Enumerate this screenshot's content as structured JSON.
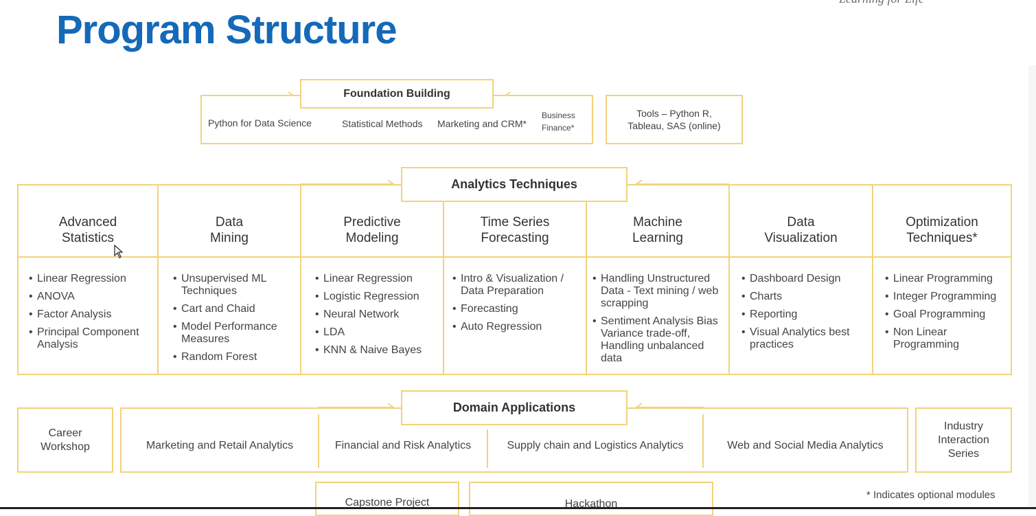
{
  "header": {
    "tagline": "Learning for Life",
    "title": "Program Structure"
  },
  "foundation": {
    "title": "Foundation Building",
    "items": [
      "Python for Data Science",
      "Statistical Methods",
      "Marketing and CRM*",
      "Business\nFinance*"
    ],
    "tools": "Tools – Python R,\nTableau, SAS (online)"
  },
  "analytics": {
    "title": "Analytics Techniques",
    "columns": [
      {
        "heading": "Advanced\nStatistics",
        "items": [
          "Linear Regression",
          "ANOVA",
          "Factor Analysis",
          "Principal Component Analysis"
        ]
      },
      {
        "heading": "Data\nMining",
        "items": [
          "Unsupervised ML Techniques",
          "Cart and Chaid",
          "Model Performance Measures",
          "Random Forest"
        ]
      },
      {
        "heading": "Predictive\nModeling",
        "items": [
          "Linear Regression",
          "Logistic Regression",
          "Neural Network",
          "LDA",
          "KNN & Naive  Bayes"
        ]
      },
      {
        "heading": "Time Series\nForecasting",
        "items": [
          "Intro & Visualization / Data Preparation",
          "Forecasting",
          "Auto Regression"
        ]
      },
      {
        "heading": "Machine\nLearning",
        "items": [
          "Handling Unstructured Data - Text mining / web scrapping",
          "Sentiment Analysis Bias Variance trade-off, Handling unbalanced data"
        ]
      },
      {
        "heading": "Data\nVisualization",
        "items": [
          "Dashboard Design",
          "Charts",
          "Reporting",
          "Visual Analytics best practices"
        ]
      },
      {
        "heading": "Optimization\nTechniques*",
        "items": [
          "Linear Programming",
          "Integer Programming",
          "Goal Programming",
          "Non Linear Programming"
        ]
      }
    ]
  },
  "domain": {
    "title": "Domain Applications",
    "career": "Career\nWorkshop",
    "items": [
      "Marketing and Retail Analytics",
      "Financial and Risk Analytics",
      "Supply chain and Logistics Analytics",
      "Web and Social Media Analytics"
    ],
    "industry": "Industry\nInteraction\nSeries"
  },
  "bottom": {
    "capstone": "Capstone Project",
    "hackathon": "Hackathon",
    "footnote": "* Indicates optional modules"
  },
  "colors": {
    "title_blue": "#1469b8",
    "border_gold": "#f2d37a"
  }
}
